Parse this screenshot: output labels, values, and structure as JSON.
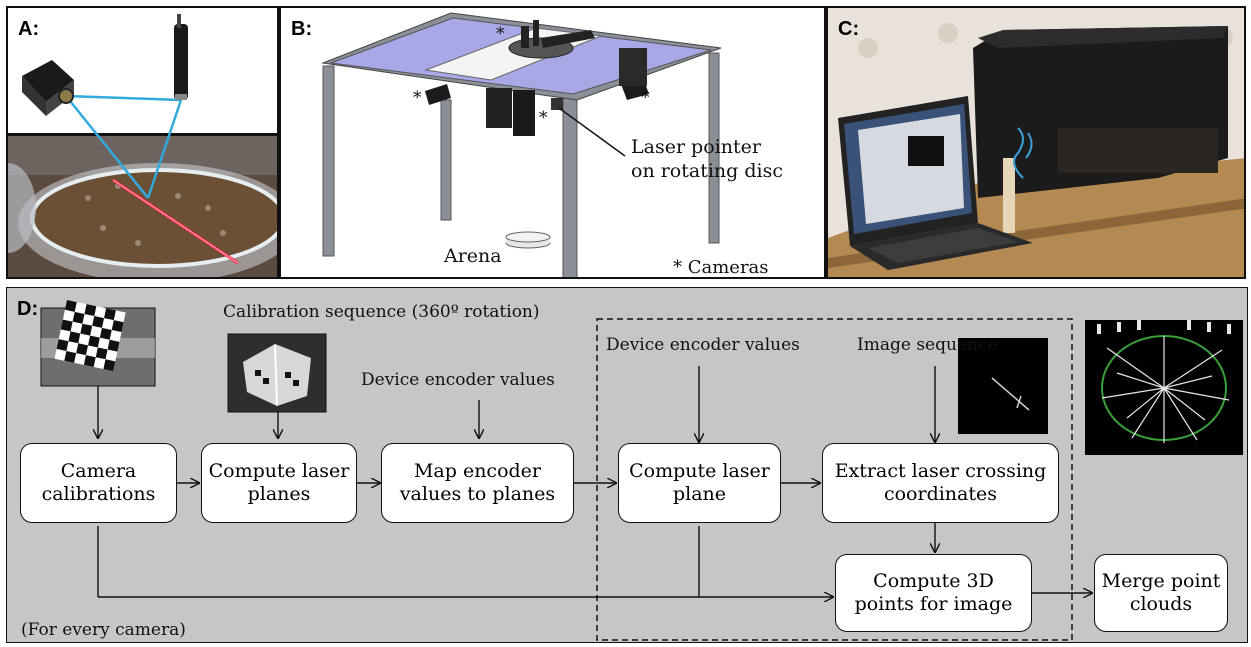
{
  "panels": {
    "a": {
      "label": "A:"
    },
    "b": {
      "label": "B:",
      "star": "*",
      "pointer_line1": "Laser pointer",
      "pointer_line2": "on rotating disc",
      "arena": "Arena",
      "cameras_note": "* Cameras"
    },
    "c": {
      "label": "C:"
    },
    "d": {
      "label": "D:",
      "calibration_seq": "Calibration sequence (360º rotation)",
      "encoder_values_1": "Device encoder values",
      "encoder_values_2": "Device encoder values",
      "image_sequence": "Image sequence",
      "every_camera": "(For every camera)"
    }
  },
  "flow_boxes": {
    "camera_calibrations": {
      "line1": "Camera",
      "line2": "calibrations"
    },
    "compute_laser_planes": {
      "line1": "Compute laser",
      "line2": "planes"
    },
    "map_encoder": {
      "line1": "Map encoder",
      "line2": "values to planes"
    },
    "compute_laser_plane": {
      "line1": "Compute laser",
      "line2": "plane"
    },
    "extract_crossing": {
      "line1": "Extract laser crossing",
      "line2": "coordinates"
    },
    "compute_3d": {
      "line1": "Compute 3D",
      "line2": "points for image"
    },
    "merge_clouds": {
      "line1": "Merge point",
      "line2": "clouds"
    }
  },
  "colors": {
    "panel_d_bg": "#c6c6c6",
    "laser_red": "#ff2b4a",
    "beam_blue": "#33aadd",
    "plate_blue": "#a8a8e6",
    "frame_gray": "#8a8f98",
    "cloth_black": "#1b1b1b",
    "desk_wood": "#b58a52",
    "scan_green": "#3aa03a"
  }
}
